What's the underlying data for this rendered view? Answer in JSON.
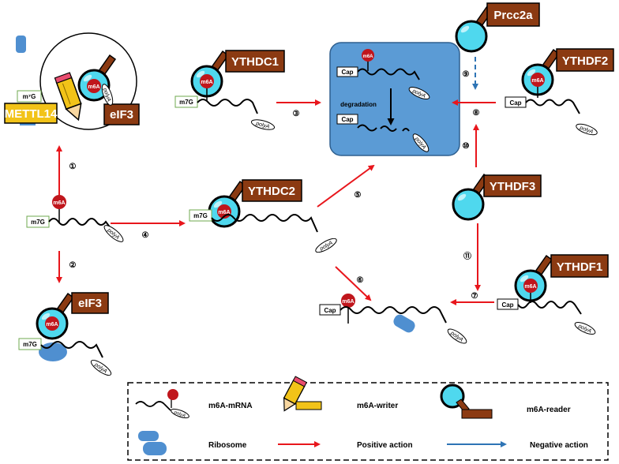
{
  "proteins": {
    "mettl14": "METTL14",
    "eif3_top": "eIF3",
    "eif3_bottom": "eIF3",
    "ythdc1": "YTHDC1",
    "ythdc2": "YTHDC2",
    "ythdf1": "YTHDF1",
    "ythdf2": "YTHDF2",
    "ythdf3": "YTHDF3",
    "prrc2a": "Prcc2a"
  },
  "mrna_labels": {
    "m6a": "m6A",
    "m7g": "m7G",
    "m7g_super": "m⁷G",
    "cap": "Cap",
    "polya": "polyA"
  },
  "degradation": {
    "label": "degradation"
  },
  "steps": {
    "s1": "①",
    "s2": "②",
    "s3": "③",
    "s4": "④",
    "s5": "⑤",
    "s6": "⑥",
    "s7": "⑦",
    "s8": "⑧",
    "s9": "⑨",
    "s10": "⑩",
    "s11": "⑪"
  },
  "legend": {
    "mrna": "m6A-mRNA",
    "writer": "m6A-writer",
    "reader": "m6A-reader",
    "ribosome": "Ribosome",
    "positive": "Positive action",
    "negative": "Negative action"
  },
  "colors": {
    "protein_box": "#8b3a12",
    "writer_box": "#f2c318",
    "degradation_box": "#5b9bd5",
    "reader_circle": "#4fd8ee",
    "m6a_dot": "#c0161c",
    "positive_arrow": "#e8161c",
    "negative_arrow": "#2e74b5",
    "ribosome": "#4f8fd0"
  }
}
